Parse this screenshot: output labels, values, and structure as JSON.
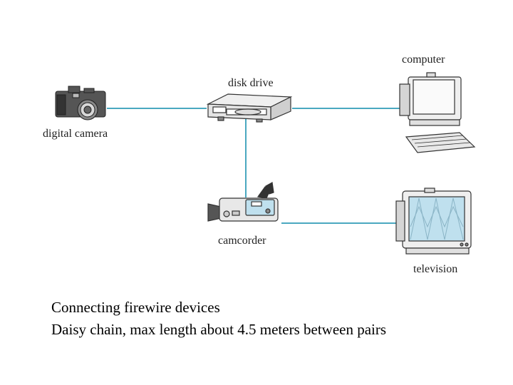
{
  "colors": {
    "cable": "#4aa8c0",
    "device_fill": "#e6e6e6",
    "device_stroke": "#333333",
    "accent_blue": "#bfe0ee",
    "camera_body": "#444444"
  },
  "devices": {
    "camera_label": "digital camera",
    "disk_label": "disk drive",
    "computer_label": "computer",
    "camcorder_label": "camcorder",
    "television_label": "television"
  },
  "caption": {
    "line1": "Connecting firewire devices",
    "line2": "Daisy chain, max length about 4.5 meters between pairs"
  }
}
